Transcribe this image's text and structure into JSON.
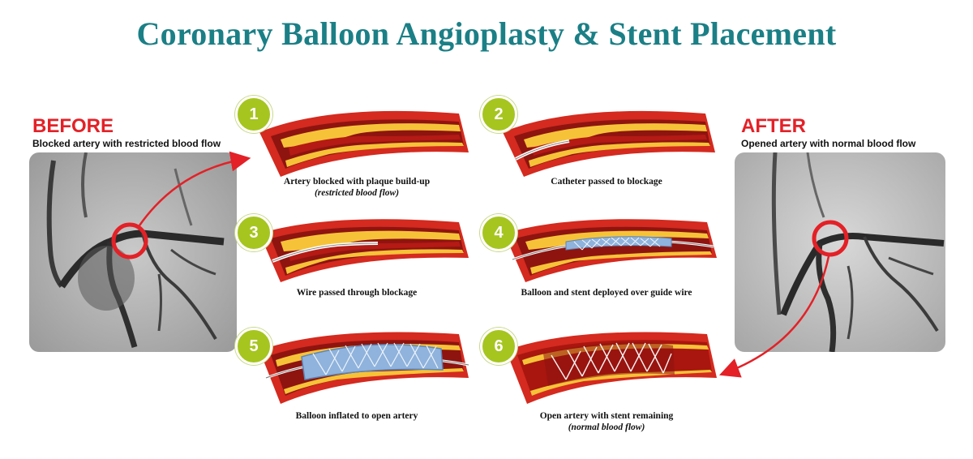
{
  "title": "Coronary Balloon Angioplasty & Stent Placement",
  "before": {
    "heading": "BEFORE",
    "subtitle": "Blocked artery with restricted blood flow"
  },
  "after": {
    "heading": "AFTER",
    "subtitle": "Opened artery with normal blood flow"
  },
  "steps": [
    {
      "number": "1",
      "caption": "Artery blocked with plaque build-up",
      "note": "(restricted blood flow)"
    },
    {
      "number": "2",
      "caption": "Catheter passed to blockage",
      "note": ""
    },
    {
      "number": "3",
      "caption": "Wire passed through blockage",
      "note": ""
    },
    {
      "number": "4",
      "caption": "Balloon and stent deployed over guide wire",
      "note": ""
    },
    {
      "number": "5",
      "caption": "Balloon inflated to open artery",
      "note": ""
    },
    {
      "number": "6",
      "caption": "Open artery with stent remaining",
      "note": "(normal blood flow)"
    }
  ],
  "colors": {
    "title": "#1b7f86",
    "heading_red": "#e32127",
    "badge_green": "#a6c51f",
    "artery_red": "#d42a1f",
    "plaque_yellow": "#f6c338",
    "stent_blue": "#8fb3dc"
  }
}
